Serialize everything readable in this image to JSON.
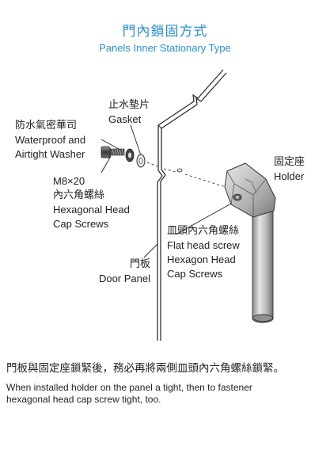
{
  "title": {
    "zh": "門內鎖固方式",
    "en": "Panels Inner Stationary Type"
  },
  "labels": {
    "gasket": {
      "zh": "止水墊片",
      "en": "Gasket"
    },
    "washer": {
      "zh": "防水氣密華司",
      "en_line1": "Waterproof and",
      "en_line2": "Airtight Washer"
    },
    "hex_screw": {
      "size": "M8×20",
      "zh": "內六角螺絲",
      "en_line1": "Hexagonal Head",
      "en_line2": "Cap Screws"
    },
    "holder": {
      "zh": "固定座",
      "en": "Holder"
    },
    "flat_screw": {
      "zh": "皿頭內六角螺絲",
      "en_line1": "Flat head screw",
      "en_line2": "Hexagon Head",
      "en_line3": "Cap Screws"
    },
    "door_panel": {
      "zh": "門板",
      "en": "Door Panel"
    }
  },
  "note": {
    "zh": "門板與固定座鎖緊後，務必再將兩側皿頭內六角螺絲鎖緊。",
    "en_line1": "When installed holder on the panel a tight, then to fastener",
    "en_line2": "hexagonal head cap screw tight, too."
  },
  "colors": {
    "title": "#2a8fd6",
    "line": "#222222",
    "metal_light": "#d9d9d9",
    "metal_mid": "#a8a8a8",
    "metal_dark": "#707070"
  }
}
